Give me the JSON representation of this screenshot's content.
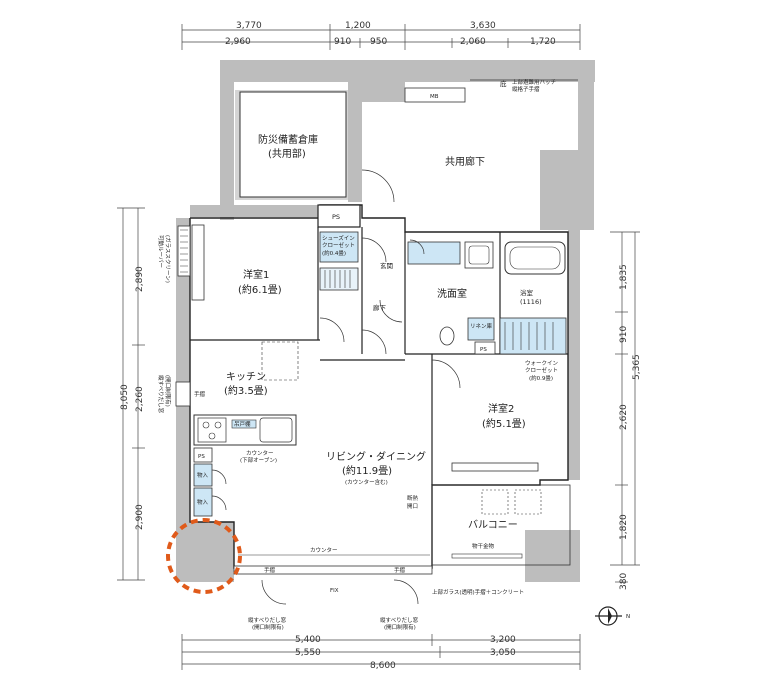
{
  "top_dims": {
    "row1": [
      "3,770",
      "1,200",
      "3,630"
    ],
    "row2": [
      "2,960",
      "910",
      "950",
      "2,060",
      "1,720"
    ]
  },
  "bottom_dims": {
    "row1": [
      "5,400",
      "3,200"
    ],
    "row2": [
      "5,550",
      "3,050"
    ],
    "total": "8,600"
  },
  "left_dims": {
    "total": "8,050",
    "parts": [
      "2,890",
      "2,260",
      "2,900"
    ]
  },
  "right_dims": {
    "total": "5,365",
    "parts": [
      "1,835",
      "910",
      "2,620",
      "1,820"
    ],
    "bottom": "380"
  },
  "rooms": {
    "storage": {
      "name": "防災備蓄倉庫",
      "sub": "(共用部)"
    },
    "corridor_shared": "共用廊下",
    "yard": "庇",
    "yard_note": [
      "上部避難用ハッチ",
      "縦格子手摺"
    ],
    "mb": "MB",
    "ps_top": "PS",
    "shoes_closet": {
      "name": [
        "シューズイン",
        "クローゼット"
      ],
      "sub": "(約0.4畳)"
    },
    "genkan": "玄関",
    "western1": {
      "name": "洋室1",
      "sub": "(約6.1畳)"
    },
    "rouka": "廊下",
    "senmen": "洗面室",
    "bath": {
      "name": "浴室",
      "sub": "(1116)"
    },
    "linen": "リネン庫",
    "ps_mid": "PS",
    "wic": {
      "name": [
        "ウォークイン",
        "クローゼット"
      ],
      "sub": "(約0.9畳)"
    },
    "kitchen": {
      "name": "キッチン",
      "sub": "(約3.5畳)"
    },
    "western2": {
      "name": "洋室2",
      "sub": "(約5.1畳)"
    },
    "living": {
      "name": "リビング・ダイニング",
      "sub": "(約11.9畳)",
      "note": "(カウンター含む)"
    },
    "counter_oven": [
      "カウンター",
      "(下部オーブン)"
    ],
    "storage_shelf": "吊戸棚",
    "ps_low": "PS",
    "mono1": "物入",
    "mono2": "物入",
    "counter_bottom": "カウンター",
    "balcony": "バルコニー",
    "monohoshi": "物干金物",
    "fix": "FIX",
    "tesuri_left": "手摺",
    "tesuri_right": "手摺",
    "window_left": [
      "縦すべりだし窓",
      "(開口制限有)"
    ],
    "window_right": [
      "縦すべりだし窓",
      "(開口制限有)"
    ],
    "balcony_note": "上部ガラス(透明)手摺＋コンクリート",
    "side_note_top": [
      "可動ルーバー",
      "(ガラススクリーン)"
    ],
    "side_note_mid": [
      "縦すべりだし窓",
      "(開口制限有)"
    ],
    "side_note_right": [
      "断熱",
      "開口"
    ],
    "tesuri_side": "手摺",
    "compass_label": "N"
  }
}
